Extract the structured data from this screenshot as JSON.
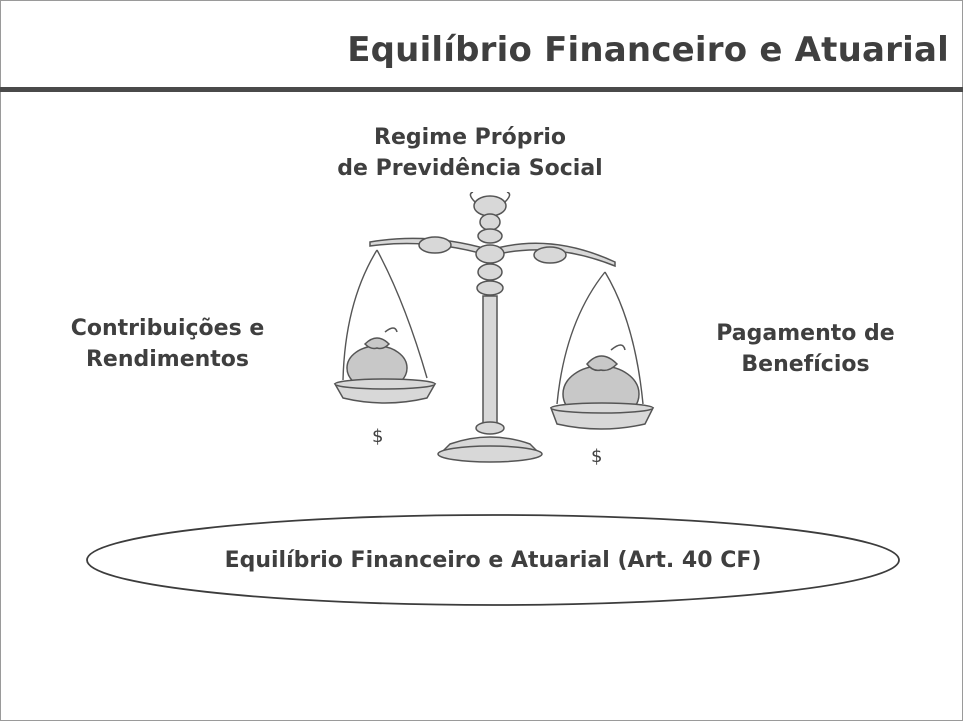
{
  "slide": {
    "title": "Equilíbrio Financeiro e Atuarial",
    "center_label_line1": "Regime Próprio",
    "center_label_line2": "de Previdência Social",
    "left_label_line1": "Contribuições e",
    "left_label_line2": "Rendimentos",
    "right_label_line1": "Pagamento de",
    "right_label_line2": "Benefícios",
    "dollar_left": "$",
    "dollar_right": "$",
    "ellipse_text": "Equilíbrio Financeiro e Atuarial (Art. 40 CF)"
  },
  "icons": {
    "scale": "balance-scale-icon",
    "left_bag": "money-bag-icon",
    "right_bag": "money-bag-icon"
  },
  "colors": {
    "text": "#3f3f3f",
    "rule": "#4a4a4a",
    "scale_fill": "#d8d8d8",
    "scale_stroke": "#555555"
  }
}
